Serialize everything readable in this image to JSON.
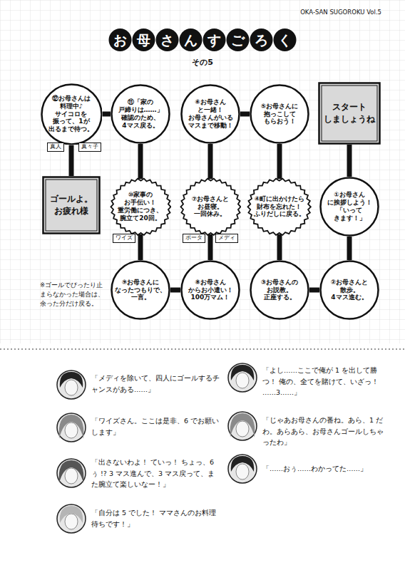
{
  "diagram": {
    "title": "お母さんすごろく",
    "nodes": [
      {
        "text": [
          "⑫お母さんは 料理中♪サイコロを 振って、1が 出るまで待つ。"
        ]
      },
      {
        "text": [
          "⑪「家の 戸締りは……」 確認のため、 4マス戻る。"
        ]
      },
      {
        "text": [
          "⑥お母さん と一緒！ お母さんがいる マスまで移動！"
        ]
      },
      {
        "text": [
          "⑤お母さんに 抱っこして もらおう！"
        ]
      },
      {
        "text": [
          "スタート しましょうね"
        ]
      },
      {
        "text": [
          "ゴールよ。 お疲れ様"
        ]
      },
      {
        "text": [
          "⑩家事の お手伝い！ 重労働につき、 腕立て20回。"
        ]
      },
      {
        "text": [
          "⑦お母さんと お昼寝。 一回休み。"
        ]
      },
      {
        "text": [
          "④町に出かけたら 財布を忘れた！ ふりだしに戻る。"
        ]
      },
      {
        "text": [
          "①お母さん に挨拶しよう！ 「いって きます！」"
        ]
      },
      {
        "text": [
          "⑨お母さんに なったつもりで、 一言。"
        ]
      },
      {
        "text": [
          "⑧お母さん からお小遣い！ 100万マム！"
        ]
      },
      {
        "text": [
          "③お母さんの お説教。 正座する。"
        ]
      },
      {
        "text": [
          "②お母さんと 散歩。 4マス進む。"
        ]
      }
    ],
    "edges": [
      {
        "from": 4,
        "to": 9,
        "arrow": "none"
      },
      {
        "from": 9,
        "to": 13,
        "arrow": "none"
      },
      {
        "from": 13,
        "to": 12,
        "arrow": "none"
      },
      {
        "from": 12,
        "to": 8,
        "arrow": "none"
      },
      {
        "from": 8,
        "to": 3,
        "arrow": "none"
      },
      {
        "from": 3,
        "to": 2,
        "arrow": "none"
      },
      {
        "from": 2,
        "to": 7,
        "arrow": "none"
      },
      {
        "from": 7,
        "to": 11,
        "arrow": "none"
      },
      {
        "from": 11,
        "to": 10,
        "arrow": "none"
      },
      {
        "from": 10,
        "to": 6,
        "arrow": "none"
      },
      {
        "from": 6,
        "to": 1,
        "arrow": "none"
      },
      {
        "from": 1,
        "to": 0,
        "arrow": "none"
      },
      {
        "from": 0,
        "to": 5,
        "arrow": "none"
      }
    ],
    "labels": [
      "OKA-SAN SUGOROKU Vol.5",
      "その5",
      "真人",
      "真々子",
      "ワイズ",
      "ポータ",
      "メディ",
      "※ゴールでぴったり止まらなかった場合は、余った分だけ戻る。",
      "「メディを除いて、四人にゴールするチャンスがある……」",
      "「ワイズさん。ここは是非、6 でお願いします」",
      "「出さないわよ！ ていっ！ ちょっ、6ぅ !? 3 マス進んで、3 マス戻って、また腕立て楽しいなー！」",
      "「自分は 5 でした！ ママさんのお料理待ちです！」",
      "「よし……ここで俺が 1 を出して勝つ！ 俺の、全てを賭けて、いざっ！ ……3……」",
      "「じゃあお母さんの番ね。あら、1 だわ。あらあら、お母さんゴールしちゃったわ」",
      "「……おぅ……わかってた……」"
    ]
  }
}
